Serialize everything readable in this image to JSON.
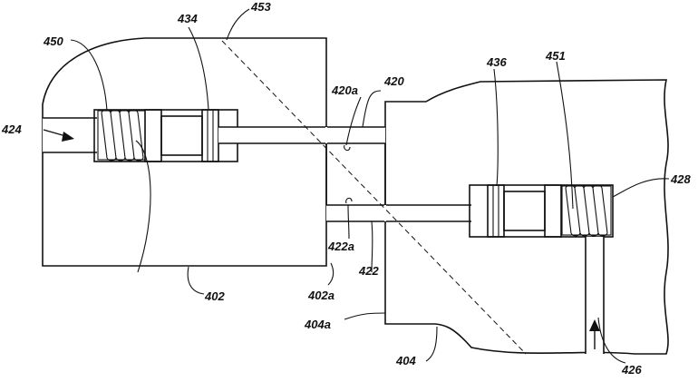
{
  "figure": {
    "labels": {
      "l453": "453",
      "l434": "434",
      "l450": "450",
      "l424": "424",
      "l420a": "420a",
      "l420": "420",
      "l436": "436",
      "l451": "451",
      "l428": "428",
      "l422a": "422a",
      "l422": "422",
      "l402a": "402a",
      "l402": "402",
      "l404a": "404a",
      "l404": "404",
      "l426": "426"
    }
  }
}
